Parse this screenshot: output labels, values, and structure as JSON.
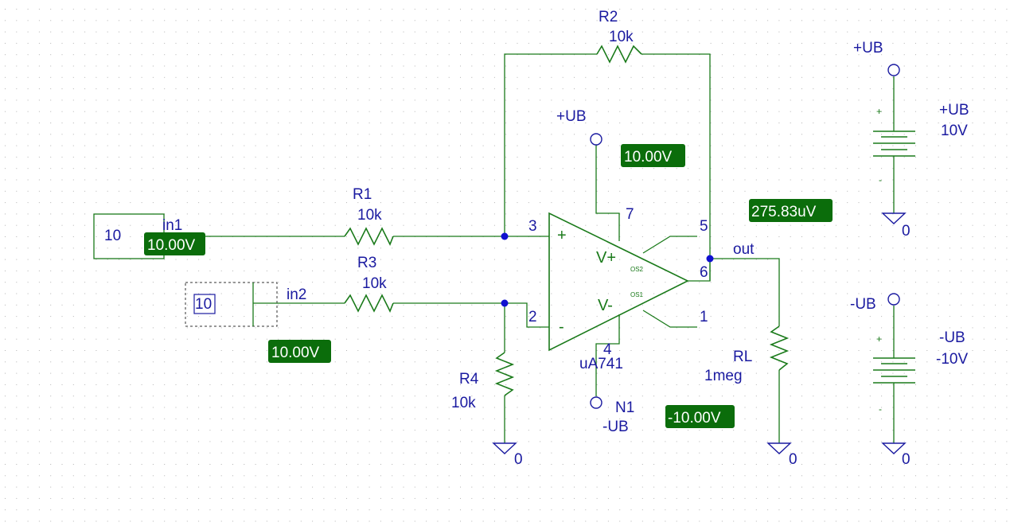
{
  "components": {
    "r1": {
      "name": "R1",
      "value": "10k"
    },
    "r2": {
      "name": "R2",
      "value": "10k"
    },
    "r3": {
      "name": "R3",
      "value": "10k"
    },
    "r4": {
      "name": "R4",
      "value": "10k"
    },
    "rl": {
      "name": "RL",
      "value": "1meg"
    },
    "opamp": {
      "part": "uA741",
      "ref": "N1",
      "vplus": "V+",
      "vminus": "V-",
      "os1": "OS1",
      "os2": "OS2",
      "plus_sign": "+",
      "minus_sign": "-"
    },
    "pins": {
      "p3": "3",
      "p2": "2",
      "p7": "7",
      "p4": "4",
      "p5": "5",
      "p6": "6",
      "p1": "1"
    },
    "src_in1": {
      "value": "10",
      "net": "in1"
    },
    "src_in2": {
      "value": "10",
      "net": "in2"
    },
    "vsrc_pos": {
      "name": "+UB",
      "value": "10V",
      "plus": "+",
      "minus": "-"
    },
    "vsrc_neg": {
      "name": "-UB",
      "value": "-10V",
      "plus": "+",
      "minus": "-"
    }
  },
  "nets": {
    "out": "out",
    "ub_pos": "+UB",
    "ub_neg": "-UB",
    "gnd": "0"
  },
  "probes": {
    "in1": "10.00V",
    "in2": "10.00V",
    "ub_pos": "10.00V",
    "ub_neg": "-10.00V",
    "out": "275.83uV"
  }
}
